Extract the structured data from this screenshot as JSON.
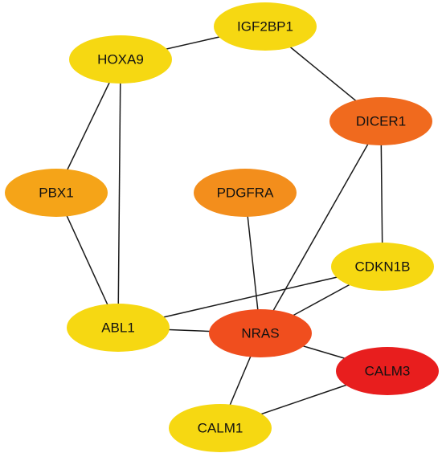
{
  "network": {
    "nodes": [
      {
        "id": "IGF2BP1",
        "label": "IGF2BP1",
        "color": "#F6D812"
      },
      {
        "id": "HOXA9",
        "label": "HOXA9",
        "color": "#F6D812"
      },
      {
        "id": "DICER1",
        "label": "DICER1",
        "color": "#F06A1E"
      },
      {
        "id": "PBX1",
        "label": "PBX1",
        "color": "#F5A418"
      },
      {
        "id": "PDGFRA",
        "label": "PDGFRA",
        "color": "#F38E1C"
      },
      {
        "id": "CDKN1B",
        "label": "CDKN1B",
        "color": "#F6D812"
      },
      {
        "id": "ABL1",
        "label": "ABL1",
        "color": "#F6D812"
      },
      {
        "id": "NRAS",
        "label": "NRAS",
        "color": "#F04E1E"
      },
      {
        "id": "CALM3",
        "label": "CALM3",
        "color": "#E81E1E"
      },
      {
        "id": "CALM1",
        "label": "CALM1",
        "color": "#F6D812"
      }
    ],
    "edges": [
      [
        "HOXA9",
        "IGF2BP1"
      ],
      [
        "IGF2BP1",
        "DICER1"
      ],
      [
        "HOXA9",
        "PBX1"
      ],
      [
        "HOXA9",
        "ABL1"
      ],
      [
        "PBX1",
        "ABL1"
      ],
      [
        "DICER1",
        "CDKN1B"
      ],
      [
        "DICER1",
        "NRAS"
      ],
      [
        "PDGFRA",
        "NRAS"
      ],
      [
        "CDKN1B",
        "ABL1"
      ],
      [
        "CDKN1B",
        "NRAS"
      ],
      [
        "ABL1",
        "NRAS"
      ],
      [
        "NRAS",
        "CALM3"
      ],
      [
        "NRAS",
        "CALM1"
      ],
      [
        "CALM3",
        "CALM1"
      ]
    ]
  }
}
